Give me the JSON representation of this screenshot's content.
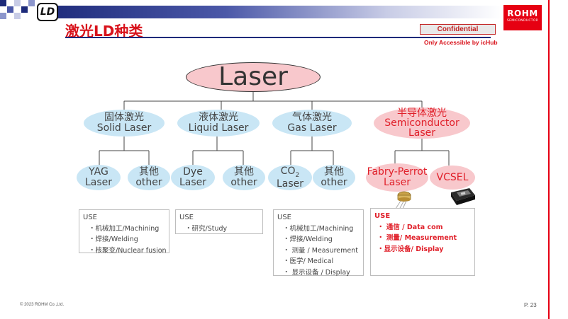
{
  "header": {
    "logo_text": "LD",
    "title": "激光LD种类",
    "brand": "ROHM",
    "brand_sub": "SEMICONDUCTOR",
    "confidential": "Confidential",
    "access_note": "Only Accessible by icHub",
    "colors": {
      "accent_red": "#d8121b",
      "navy": "#1d2a7a",
      "blue_node": "#c9e6f5",
      "pink_node": "#f8c8cc"
    }
  },
  "diagram": {
    "root": "Laser",
    "categories": [
      {
        "cn": "固体激光",
        "en": "Solid Laser"
      },
      {
        "cn": "液体激光",
        "en": "Liquid Laser"
      },
      {
        "cn": "气体激光",
        "en": "Gas Laser"
      },
      {
        "cn": "半导体激光",
        "en1": "Semiconductor",
        "en2": "Laser"
      }
    ],
    "leaves": {
      "yag": [
        "YAG",
        "Laser"
      ],
      "solid_other": [
        "其他",
        "other"
      ],
      "dye": [
        "Dye",
        "Laser"
      ],
      "liquid_other": [
        "其他",
        "other"
      ],
      "co2": [
        "CO",
        "2",
        "Laser"
      ],
      "gas_other": [
        "其他",
        "other"
      ],
      "fabry": [
        "Fabry-Perrot",
        "Laser"
      ],
      "vcsel": "VCSEL"
    },
    "use_boxes": {
      "solid": {
        "head": "USE",
        "items": [
          "・机械加工/Machining",
          "・焊接/Welding",
          "・核聚变/Nuclear fusion"
        ]
      },
      "liquid": {
        "head": "USE",
        "items": [
          "・研究/Study"
        ]
      },
      "gas": {
        "head": "USE",
        "items": [
          "・机械加工/Machining",
          "・焊接/Welding",
          "・ 测量 / Measurement",
          "・医学/ Medical",
          "・ 显示设备 / Display"
        ]
      },
      "semi": {
        "head": "USE",
        "items": [
          "・ 通信 / Data com",
          "・ 测量/ Measurement",
          "・显示设备/ Display"
        ]
      }
    }
  },
  "footer": {
    "copyright": "© 2023  ROHM Co.,Ltd.",
    "page": "P. 23"
  }
}
